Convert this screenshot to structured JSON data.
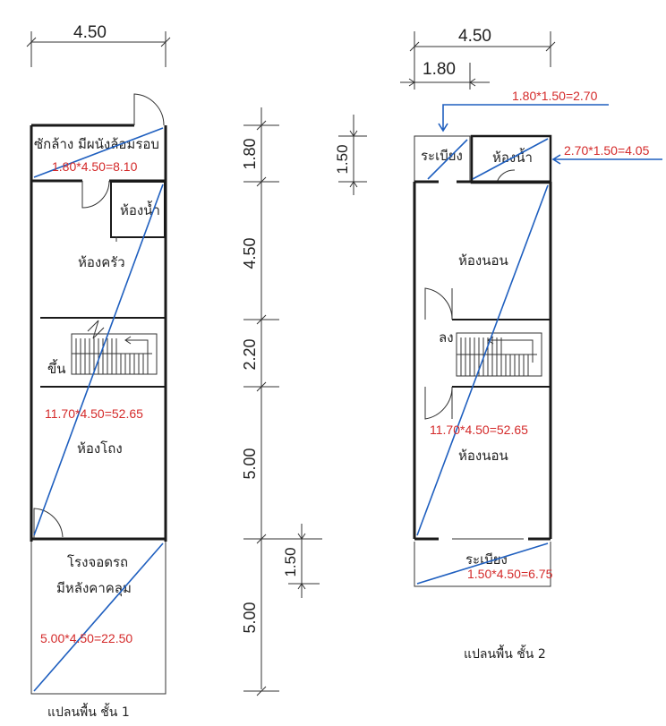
{
  "floor1": {
    "width_dim": "4.50",
    "rooms": {
      "laundry": "ซักล้าง มีผนังล้อมรอบ",
      "bathroom": "ห้องน้ำ",
      "kitchen": "ห้องครัว",
      "stair_up": "ขึ้น",
      "hall": "ห้องโถง",
      "garage_line1": "โรงจอดรถ",
      "garage_line2": "มีหลังคาคลุม"
    },
    "calcs": {
      "laundry": "1.80*4.50=8.10",
      "main": "11.70*4.50=52.65",
      "garage": "5.00*4.50=22.50"
    },
    "title": "แปลนพื้น ชั้น 1"
  },
  "middle_dims": {
    "d1": "1.80",
    "d2": "4.50",
    "d3": "2.20",
    "d4": "5.00",
    "d5": "5.00",
    "d6": "1.50"
  },
  "floor2": {
    "width_dim": "4.50",
    "sub_dim": "1.80",
    "rear_dim": "1.50",
    "rooms": {
      "balcony_rear": "ระเบียง",
      "bathroom": "ห้องน้ำ",
      "bedroom1": "ห้องนอน",
      "stair_down": "ลง",
      "bedroom2": "ห้องนอน",
      "balcony_front": "ระเบียง"
    },
    "calcs": {
      "balcony_rear": "1.80*1.50=2.70",
      "bathroom": "2.70*1.50=4.05",
      "main": "11.70*4.50=52.65",
      "balcony_front": "1.50*4.50=6.75"
    },
    "title": "แปลนพื้น ชั้น 2"
  }
}
